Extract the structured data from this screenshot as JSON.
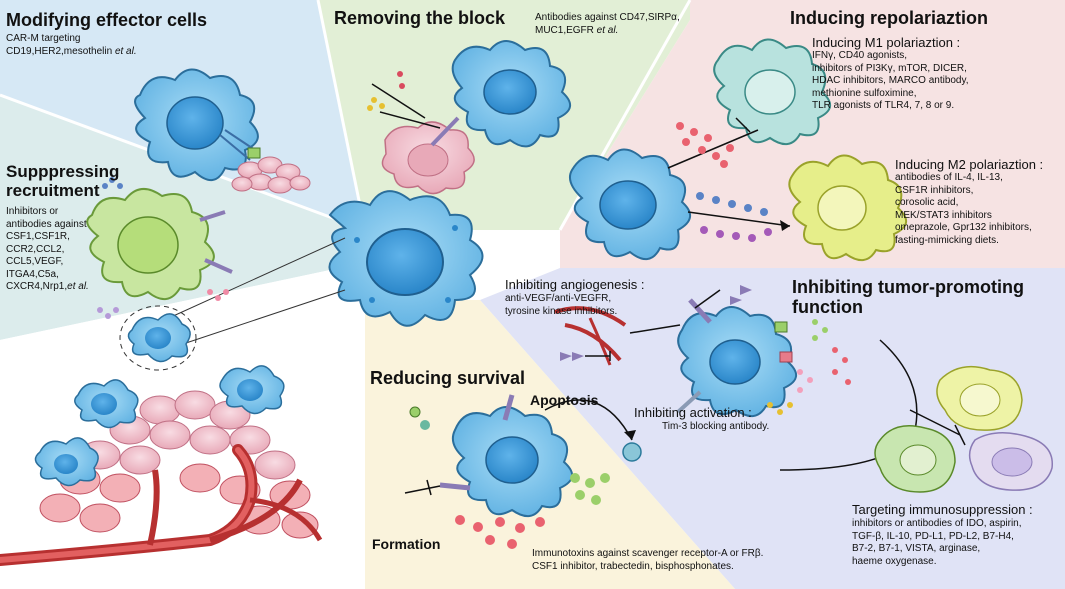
{
  "panels": {
    "modifying": {
      "title": "Modifying effector cells",
      "lines": [
        "CAR-M targeting",
        "CD19,HER2,mesothelin "
      ],
      "et_al": "et al."
    },
    "removing": {
      "title": "Removing the block",
      "lines": [
        "Antibodies against CD47,SIRPα,",
        "MUC1,EGFR "
      ],
      "et_al": "et al."
    },
    "repolarization": {
      "title": "Inducing repolariaztion",
      "m1_title": "Inducing M1 polariaztion :",
      "m1_lines": [
        "IFNγ, CD40 agonists,",
        "inhibitors of PI3Kγ, mTOR, DICER,",
        "HDAC inhibitors, MARCO antibody,",
        "methionine sulfoximine,",
        "TLR agonists of TLR4, 7, 8 or 9."
      ],
      "m2_title": "Inducing M2 polariaztion :",
      "m2_lines": [
        "antibodies of IL-4, IL-13,",
        "CSF1R inhibitors,",
        "corosolic acid,",
        "MEK/STAT3 inhibitors",
        "omeprazole, Gpr132 inhibitors,",
        "fasting-mimicking diets."
      ]
    },
    "recruitment": {
      "title_1": "Supppressing",
      "title_2": "recruitment",
      "lines": [
        "Inhibitors or",
        "antibodies against",
        "CSF1,CSF1R,",
        "CCR2,CCL2,",
        "CCL5,VEGF,",
        "ITGA4,C5a,",
        "CXCR4,Nrp1,"
      ],
      "et_al": "et al."
    },
    "tumor_promoting": {
      "title_1": "Inhibiting tumor-promoting",
      "title_2": "function",
      "angio_title": "Inhibiting angiogenesis :",
      "angio_lines": [
        "anti-VEGF/anti-VEGFR,",
        "tyrosine kinase inhibitors."
      ],
      "activation_title": "Inhibiting activation :",
      "activation_text": "Tim-3 blocking antibody.",
      "immuno_title": "Targeting immunosuppression :",
      "immuno_lines": [
        "inhibitors or antibodies of IDO, aspirin,",
        "TGF-β, IL-10, PD-L1, PD-L2, B7-H4,",
        "B7-2, B7-1, VISTA, arginase,",
        "haeme oxygenase."
      ]
    },
    "survival": {
      "title": "Reducing survival",
      "apoptosis": "Apoptosis",
      "formation": "Formation",
      "lines": [
        "Immunotoxins against scavenger receptor-A or FRβ.",
        "CSF1 inhibitor, trabectedin, bisphosphonates."
      ]
    }
  },
  "colors": {
    "blue_panel": "#d6e8f5",
    "green_panel": "#e2efd6",
    "pink_panel": "#f6e3e3",
    "teal_panel": "#dcecec",
    "lavender_panel": "#e0e3f6",
    "cream_panel": "#faf3dc",
    "macrophage": "#7cc3ec",
    "macrophage_outline": "#2b6e9b",
    "nucleus": "#3f9ad8",
    "tumor_cell": "#f2c4cf",
    "vessel": "#c93b3b"
  }
}
